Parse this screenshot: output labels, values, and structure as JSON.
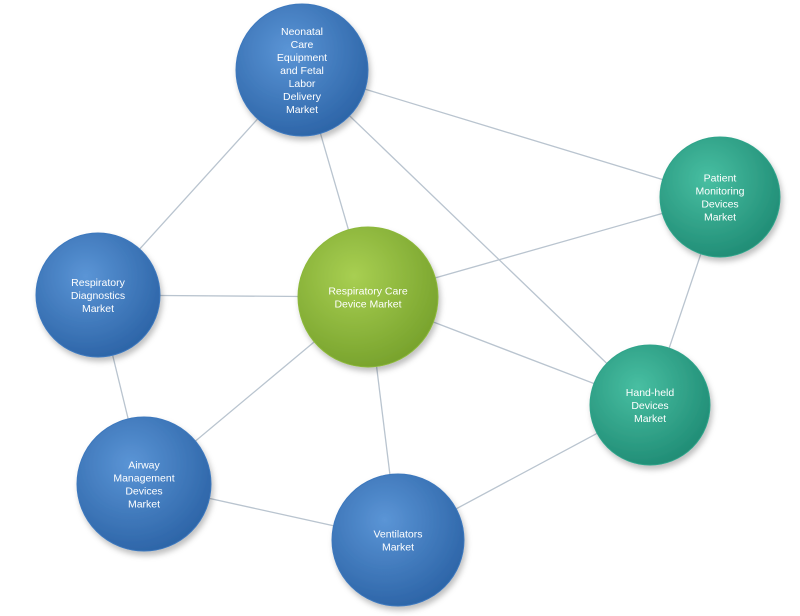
{
  "colors": {
    "blue": "#3d78bd",
    "teal": "#2fa48a",
    "green": "#8cb83a",
    "edge": "#b9c4cf"
  },
  "nodes": [
    {
      "id": "neonatal",
      "label": [
        "Neonatal",
        "Care",
        "Equipment",
        "and Fetal",
        "Labor",
        "Delivery",
        "Market"
      ],
      "color": "blue"
    },
    {
      "id": "patient-monitoring",
      "label": [
        "Patient",
        "Monitoring",
        "Devices",
        "Market"
      ],
      "color": "teal"
    },
    {
      "id": "respiratory-diagnostics",
      "label": [
        "Respiratory",
        "Diagnostics",
        "Market"
      ],
      "color": "blue"
    },
    {
      "id": "respiratory-care",
      "label": [
        "Respiratory Care",
        "Device Market"
      ],
      "color": "green"
    },
    {
      "id": "handheld",
      "label": [
        "Hand-held",
        "Devices",
        "Market"
      ],
      "color": "teal"
    },
    {
      "id": "airway",
      "label": [
        "Airway",
        "Management",
        "Devices",
        "Market"
      ],
      "color": "blue"
    },
    {
      "id": "ventilators",
      "label": [
        "Ventilators",
        "Market"
      ],
      "color": "blue"
    }
  ],
  "edges": [
    [
      "neonatal",
      "patient-monitoring"
    ],
    [
      "neonatal",
      "respiratory-diagnostics"
    ],
    [
      "neonatal",
      "respiratory-care"
    ],
    [
      "neonatal",
      "handheld"
    ],
    [
      "respiratory-diagnostics",
      "respiratory-care"
    ],
    [
      "respiratory-diagnostics",
      "airway"
    ],
    [
      "respiratory-care",
      "patient-monitoring"
    ],
    [
      "respiratory-care",
      "handheld"
    ],
    [
      "respiratory-care",
      "airway"
    ],
    [
      "respiratory-care",
      "ventilators"
    ],
    [
      "patient-monitoring",
      "handheld"
    ],
    [
      "airway",
      "ventilators"
    ],
    [
      "ventilators",
      "handheld"
    ]
  ]
}
